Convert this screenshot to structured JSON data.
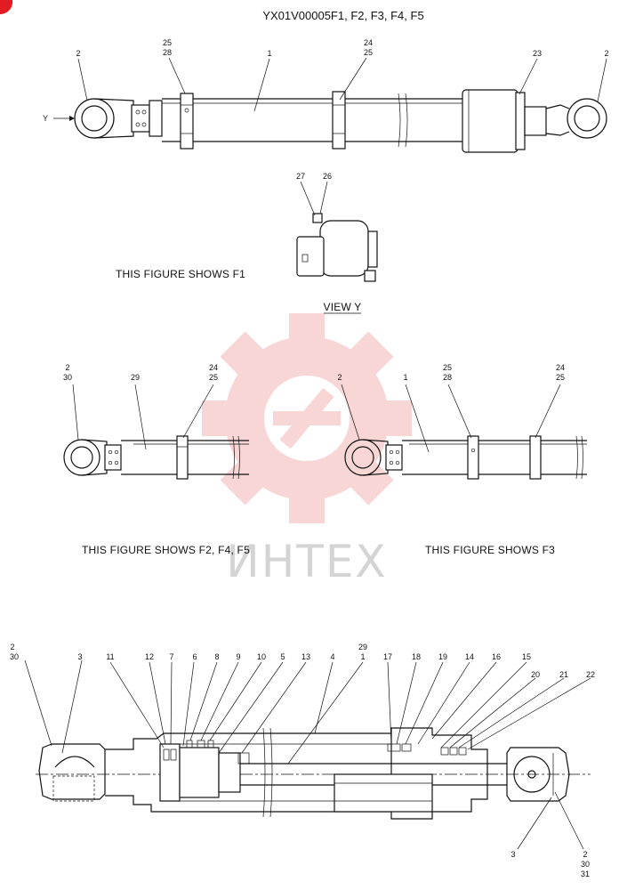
{
  "header": {
    "title": "YX01V00005F1, F2, F3, F4, F5",
    "corner_badge_color": "#e31b23"
  },
  "watermark": {
    "text": "ИНТЕХ",
    "logo_color": "#f4b6b6"
  },
  "figure1": {
    "caption": "THIS FIGURE SHOWS  F1",
    "arrow_label": "Y",
    "callouts": [
      "2",
      "25",
      "28",
      "1",
      "24",
      "25",
      "23",
      "2"
    ]
  },
  "view_y": {
    "caption": "VIEW  Y",
    "callouts": [
      "27",
      "26"
    ]
  },
  "figure2": {
    "caption": "THIS FIGURE SHOWS  F2, F4, F5",
    "callouts": [
      "2",
      "30",
      "29",
      "24",
      "25"
    ]
  },
  "figure3": {
    "caption": "THIS FIGURE SHOWS  F3",
    "callouts": [
      "2",
      "1",
      "25",
      "28",
      "24",
      "25"
    ]
  },
  "section": {
    "callouts_left": [
      "2",
      "30",
      "3"
    ],
    "callouts_top": [
      "11",
      "12",
      "7",
      "6",
      "8",
      "9",
      "10",
      "5",
      "13",
      "4",
      "29",
      "1",
      "17",
      "18",
      "19",
      "14",
      "16",
      "15",
      "20",
      "21",
      "22"
    ],
    "callouts_right": [
      "3",
      "2",
      "30",
      "31"
    ]
  }
}
